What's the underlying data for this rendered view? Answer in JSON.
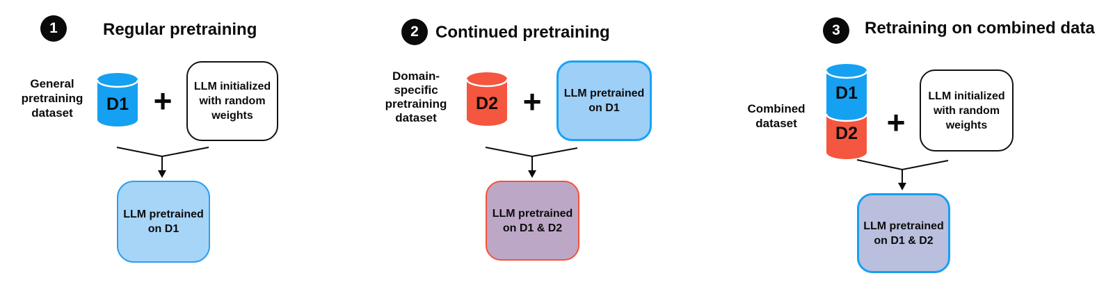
{
  "colors": {
    "cylinder_blue": "#16A0F1",
    "cylinder_red": "#F4563F",
    "badge_black": "#0A0A0A",
    "output1_fill": "#A7D5F8",
    "output1_border": "#2D9EEE",
    "model2_fill": "#9DCFF7",
    "model2_border": "#16A3F6",
    "output2_fill": "#BCA8C6",
    "output2_border": "#F4503C",
    "output3_fill": "#B9BFDD",
    "output3_border": "#169FF3"
  },
  "panels": [
    {
      "badge": "1",
      "title": "Regular pretraining",
      "dataset_label": "General\npretraining\ndataset",
      "cylinder_label": "D1",
      "plus": "+",
      "model_box": "LLM initialized\nwith random\nweights",
      "output_box": "LLM pretrained\non D1"
    },
    {
      "badge": "2",
      "title": "Continued pretraining",
      "dataset_label": "Domain-\nspecific\npretraining\ndataset",
      "cylinder_label": "D2",
      "plus": "+",
      "model_box": "LLM pretrained\non D1",
      "output_box": "LLM pretrained\non D1 & D2"
    },
    {
      "badge": "3",
      "title": "Retraining on combined data",
      "dataset_label": "Combined\ndataset",
      "cylinder_top_label": "D1",
      "cylinder_bottom_label": "D2",
      "plus": "+",
      "model_box": "LLM initialized\nwith random\nweights",
      "output_box": "LLM pretrained\non D1 & D2"
    }
  ]
}
